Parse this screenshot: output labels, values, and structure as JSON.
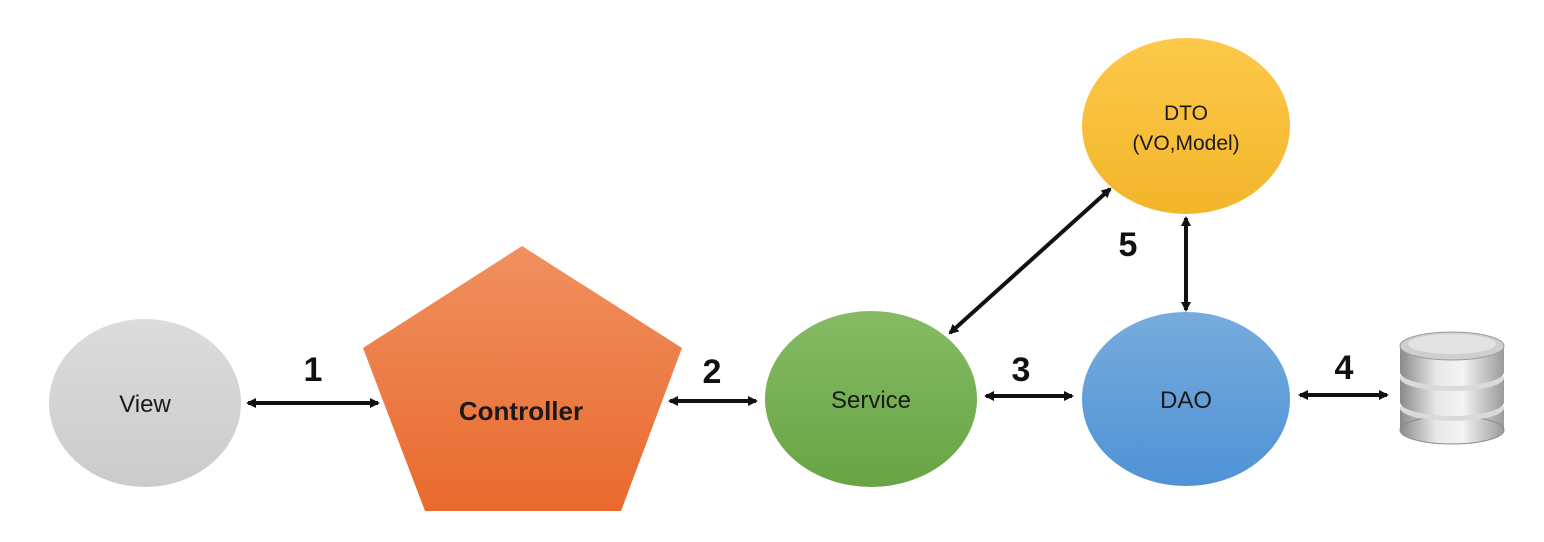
{
  "diagram": {
    "nodes": {
      "view": {
        "label": "View",
        "shape": "ellipse",
        "color": "#d4d4d4"
      },
      "controller": {
        "label": "Controller",
        "shape": "pentagon",
        "color": "#ee7a42"
      },
      "service": {
        "label": "Service",
        "shape": "ellipse",
        "color": "#75b04f"
      },
      "dao": {
        "label": "DAO",
        "shape": "ellipse",
        "color": "#5b9bd8"
      },
      "dto": {
        "label_line1": "DTO",
        "label_line2": "(VO,Model)",
        "shape": "ellipse",
        "color": "#fcc33a"
      },
      "database": {
        "icon": "database-icon"
      }
    },
    "connections": [
      {
        "from": "view",
        "to": "controller",
        "label": "1",
        "bidirectional": true
      },
      {
        "from": "controller",
        "to": "service",
        "label": "2",
        "bidirectional": true
      },
      {
        "from": "service",
        "to": "dao",
        "label": "3",
        "bidirectional": true
      },
      {
        "from": "dao",
        "to": "database",
        "label": "4",
        "bidirectional": true
      },
      {
        "from": "service",
        "to": "dto",
        "label": "5",
        "bidirectional": true
      },
      {
        "from": "dto",
        "to": "dao",
        "label": "",
        "bidirectional": true
      }
    ],
    "step_labels": {
      "s1": "1",
      "s2": "2",
      "s3": "3",
      "s4": "4",
      "s5": "5"
    }
  }
}
